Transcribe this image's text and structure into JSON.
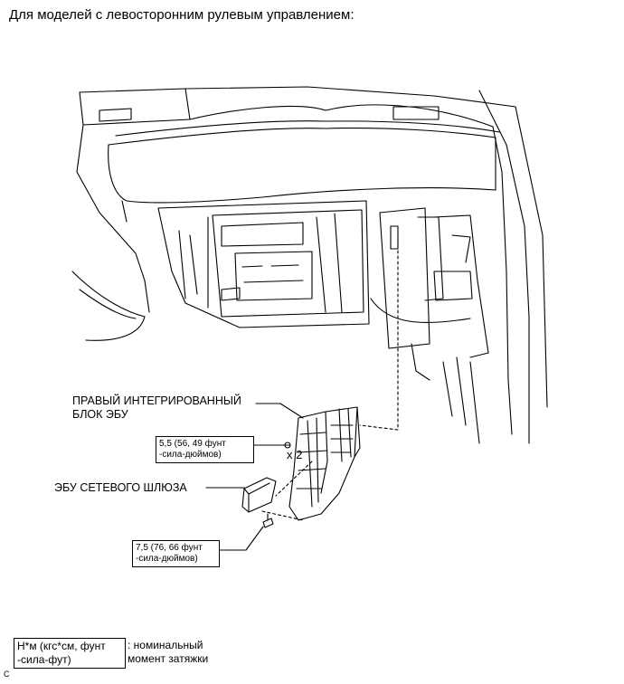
{
  "heading": "Для моделей с левосторонним рулевым управлением:",
  "labels": {
    "right_ecu_line1": "ПРАВЫЙ ИНТЕГРИРОВАННЫЙ",
    "right_ecu_line2": "БЛОК ЭБУ",
    "gateway_ecu": "ЭБУ СЕТЕВОГО ШЛЮЗА",
    "qty": "x 2"
  },
  "torque": [
    {
      "line1": "5,5 (56, 49 фунт",
      "line2": "-сила-дюймов)"
    },
    {
      "line1": "7,5 (76, 66 фунт",
      "line2": "-сила-дюймов)"
    }
  ],
  "legend": {
    "unit_line1": "Н*м (кгс*см, фунт",
    "unit_line2": "-сила-фут)",
    "desc_line1": ": номинальный",
    "desc_line2": "момент затяжки"
  },
  "corner_code": "C"
}
